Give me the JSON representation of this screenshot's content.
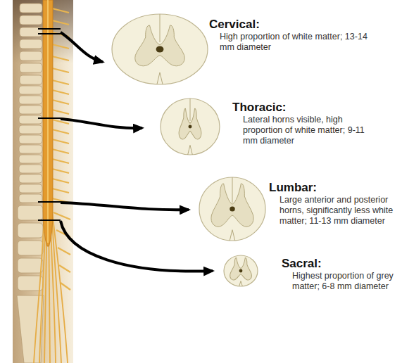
{
  "diagram": {
    "nodes": [
      {
        "text": [
          "Cervical:",
          "High proportion of white matter; 13-14 mm diameter"
        ]
      },
      {
        "text": [
          "Thoracic:",
          "Lateral horns visible, high proportion of white matter; 9-11 mm diameter"
        ]
      },
      {
        "text": [
          "Lumbar:",
          "Large anterior and posterior horns, significantly less white matter; 11-13 mm diameter"
        ]
      },
      {
        "text": [
          "Sacral:",
          "Highest proportion of grey matter; 6-8 mm diameter"
        ]
      }
    ]
  }
}
